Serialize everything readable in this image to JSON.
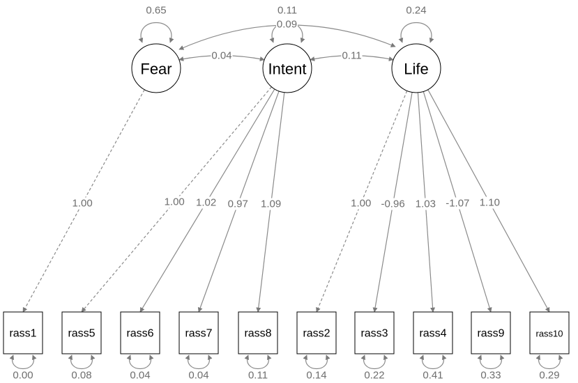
{
  "colors": {
    "edge": "#8a8a8a",
    "text": "#000000",
    "edge_label": "#6e6e6e"
  },
  "latents": [
    {
      "id": "fear",
      "label": "Fear",
      "variance": "0.65"
    },
    {
      "id": "intent",
      "label": "Intent",
      "variance": "0.11"
    },
    {
      "id": "life",
      "label": "Life",
      "variance": "0.24"
    }
  ],
  "covariances": [
    {
      "from": "fear",
      "to": "intent",
      "label": "0.04"
    },
    {
      "from": "intent",
      "to": "life",
      "label": "0.11"
    },
    {
      "from": "fear",
      "to": "life",
      "label": "0.09"
    }
  ],
  "observed": [
    {
      "id": "rass1",
      "label": "rass1",
      "variance": "0.00"
    },
    {
      "id": "rass5",
      "label": "rass5",
      "variance": "0.08"
    },
    {
      "id": "rass6",
      "label": "rass6",
      "variance": "0.04"
    },
    {
      "id": "rass7",
      "label": "rass7",
      "variance": "0.04"
    },
    {
      "id": "rass8",
      "label": "rass8",
      "variance": "0.11"
    },
    {
      "id": "rass2",
      "label": "rass2",
      "variance": "0.14"
    },
    {
      "id": "rass3",
      "label": "rass3",
      "variance": "0.22"
    },
    {
      "id": "rass4",
      "label": "rass4",
      "variance": "0.41"
    },
    {
      "id": "rass9",
      "label": "rass9",
      "variance": "0.33"
    },
    {
      "id": "rass10",
      "label": "rass10",
      "variance": "0.29"
    }
  ],
  "loadings": [
    {
      "from": "fear",
      "to": "rass1",
      "label": "1.00",
      "fixed": true
    },
    {
      "from": "intent",
      "to": "rass5",
      "label": "1.00",
      "fixed": true
    },
    {
      "from": "intent",
      "to": "rass6",
      "label": "1.02",
      "fixed": false
    },
    {
      "from": "intent",
      "to": "rass7",
      "label": "0.97",
      "fixed": false
    },
    {
      "from": "intent",
      "to": "rass8",
      "label": "1.09",
      "fixed": false
    },
    {
      "from": "life",
      "to": "rass2",
      "label": "1.00",
      "fixed": true
    },
    {
      "from": "life",
      "to": "rass3",
      "label": "-0.96",
      "fixed": false
    },
    {
      "from": "life",
      "to": "rass4",
      "label": "1.03",
      "fixed": false
    },
    {
      "from": "life",
      "to": "rass9",
      "label": "-1.07",
      "fixed": false
    },
    {
      "from": "life",
      "to": "rass10",
      "label": "1.10",
      "fixed": false
    }
  ]
}
